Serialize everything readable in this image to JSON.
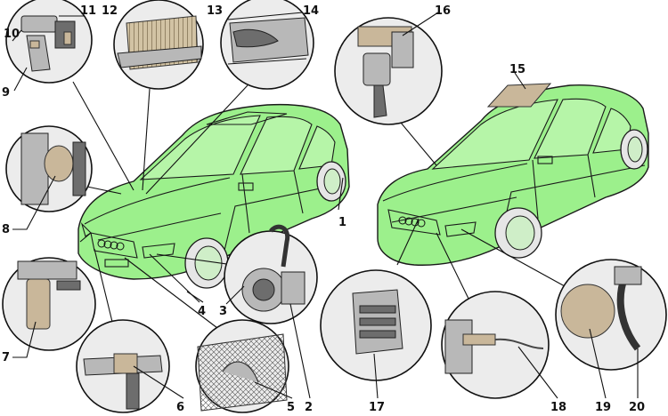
{
  "labels": [
    "1",
    "2",
    "3",
    "4",
    "5",
    "6",
    "7",
    "8",
    "9",
    "10",
    "11",
    "12",
    "13",
    "14",
    "15",
    "16",
    "17",
    "18",
    "19",
    "20"
  ],
  "colors": {
    "car_fill": "#9cf08c",
    "outline": "#1a1a1a",
    "callout_fill": "#ececec",
    "component_bronze": "#c9b79a"
  }
}
